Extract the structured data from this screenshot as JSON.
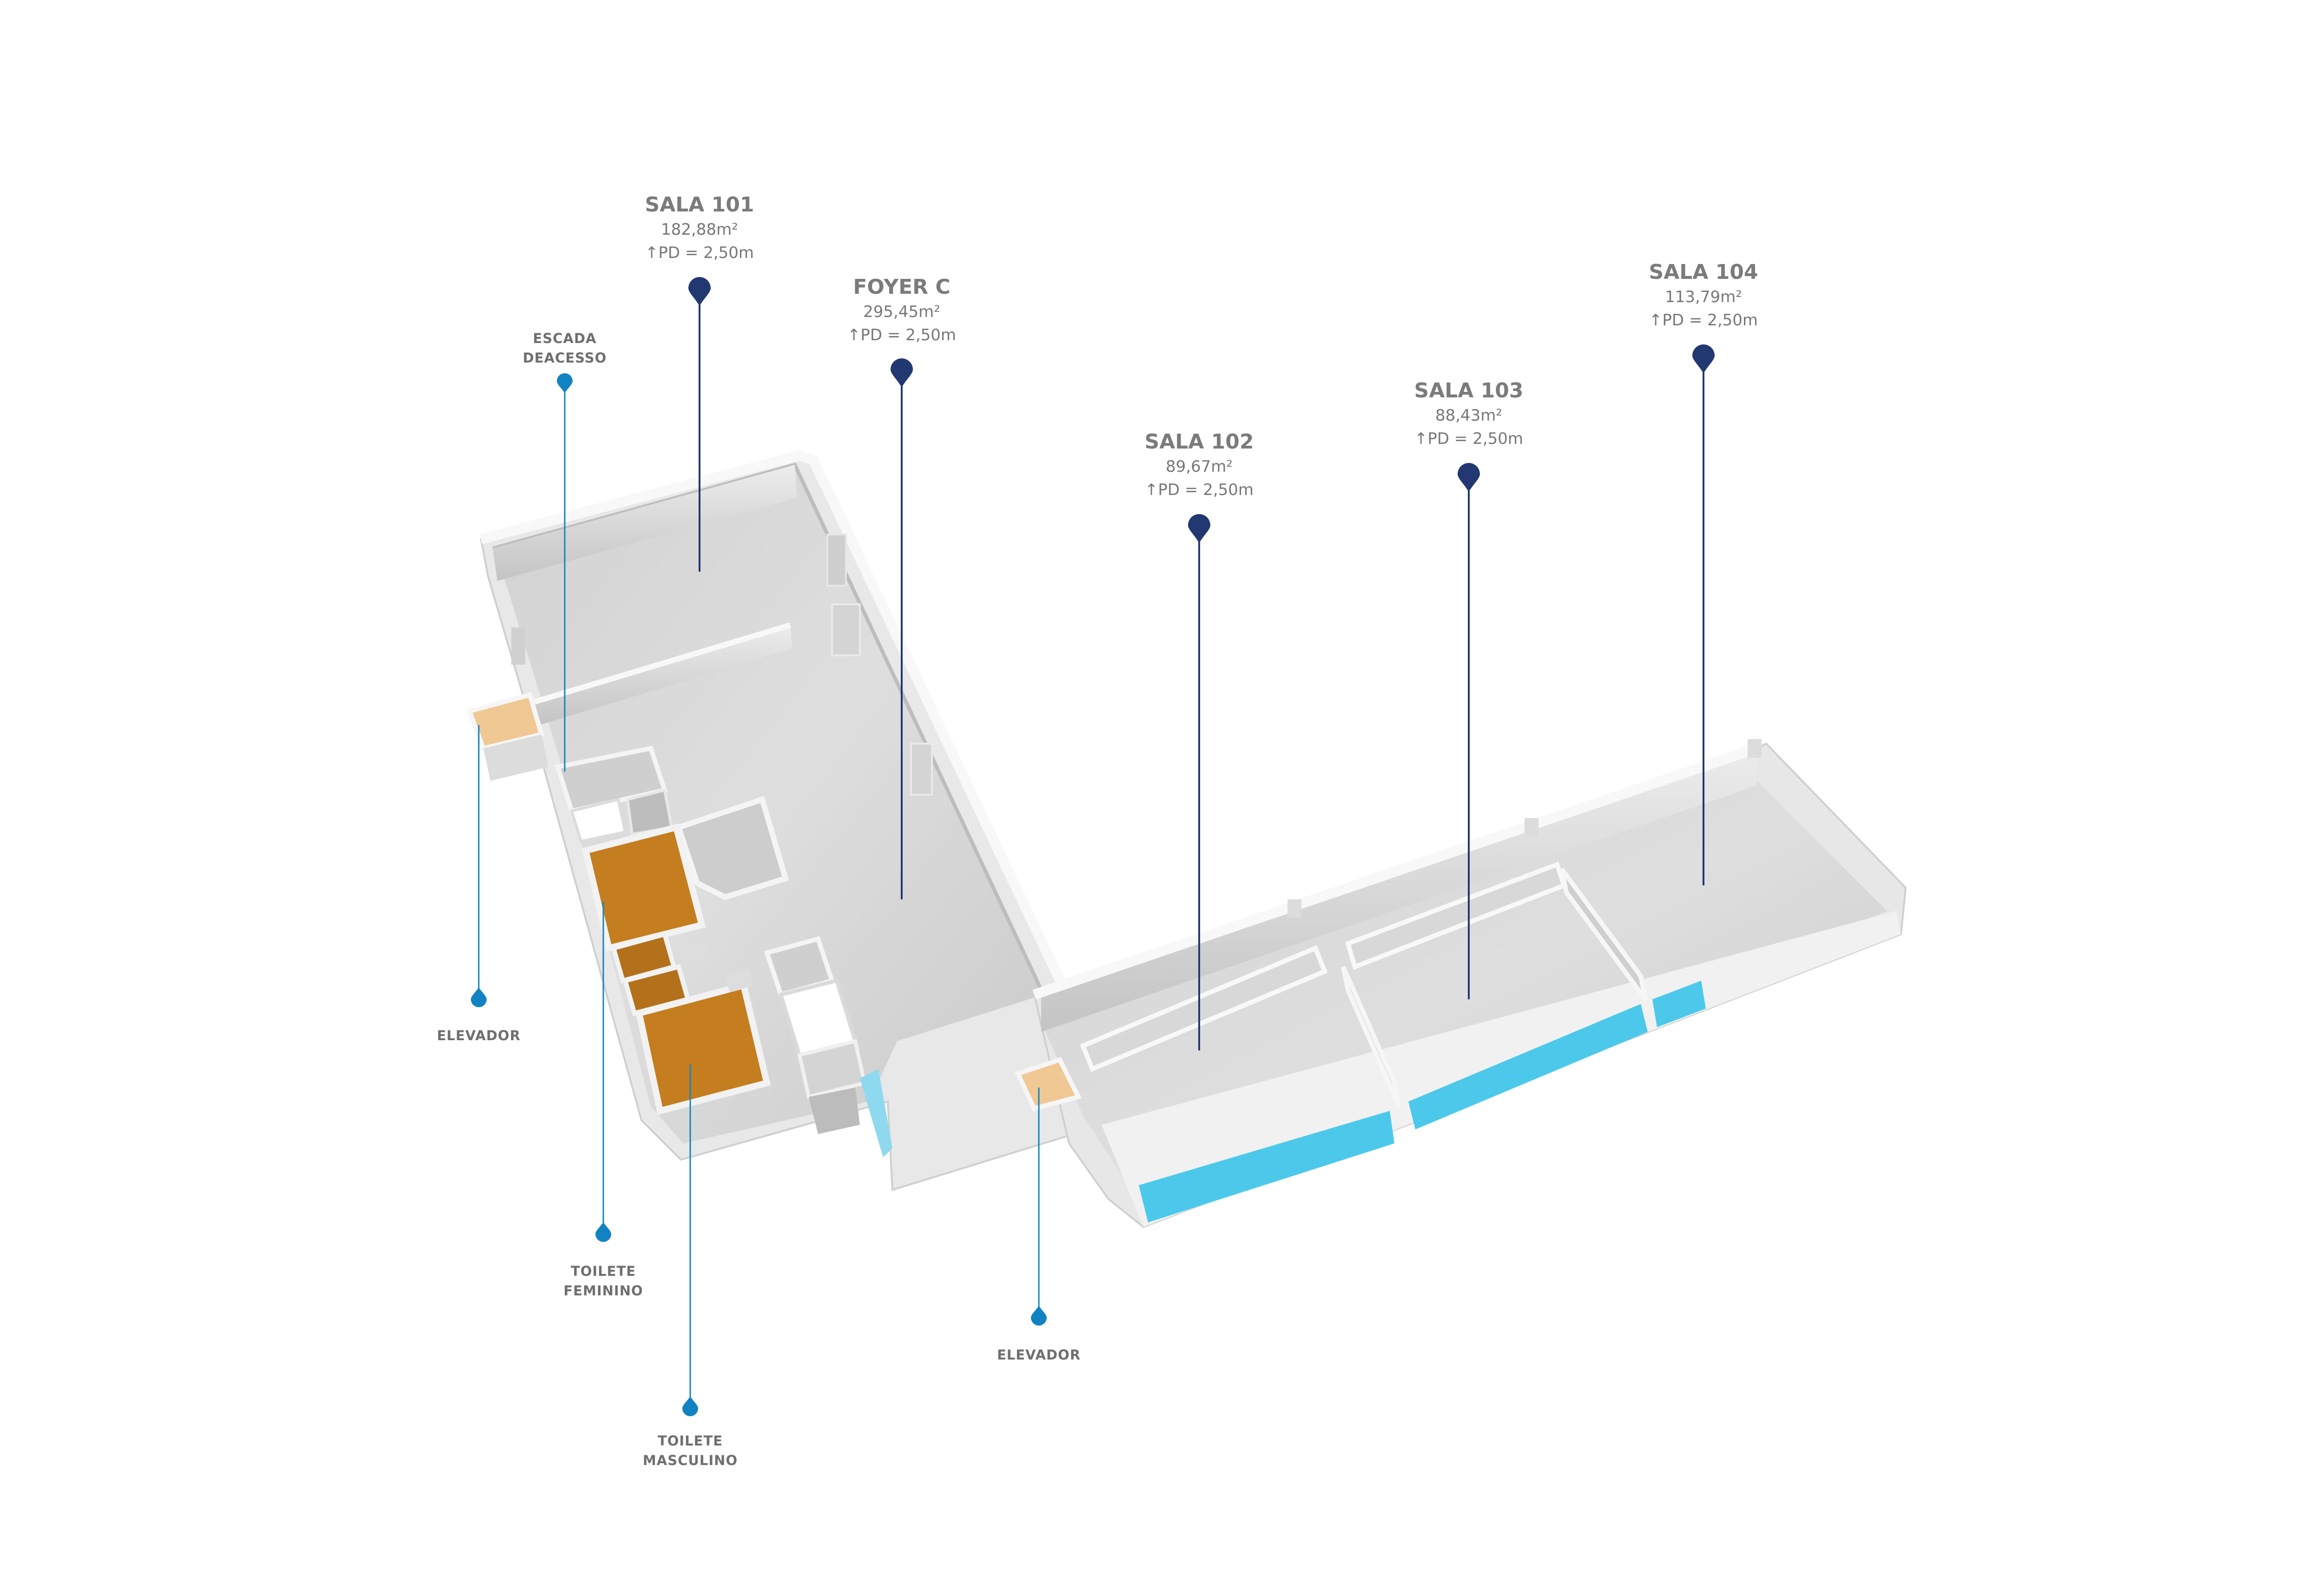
{
  "colors": {
    "marker_dark": "#223870",
    "marker_light": "#1283c2",
    "floor": "#d9d9d9",
    "wall_top": "#f6f6f6",
    "wall_side": "#cfcfcf",
    "toilet": "#c47d1f",
    "glass": "#4cc9ea",
    "elevator": "#f0c894"
  },
  "rooms": [
    {
      "id": "sala101",
      "title": "SALA 101",
      "area": "182,88m²",
      "height": "↑PD = 2,50m"
    },
    {
      "id": "foyer-c",
      "title": "FOYER C",
      "area": "295,45m²",
      "height": "↑PD = 2,50m"
    },
    {
      "id": "sala102",
      "title": "SALA 102",
      "area": "89,67m²",
      "height": "↑PD = 2,50m"
    },
    {
      "id": "sala103",
      "title": "SALA 103",
      "area": "88,43m²",
      "height": "↑PD = 2,50m"
    },
    {
      "id": "sala104",
      "title": "SALA 104",
      "area": "113,79m²",
      "height": "↑PD = 2,50m"
    }
  ],
  "features": [
    {
      "id": "escada",
      "lines": [
        "ESCADA",
        "DEACESSO"
      ]
    },
    {
      "id": "elevador-left",
      "lines": [
        "ELEVADOR"
      ]
    },
    {
      "id": "toilete-feminino",
      "lines": [
        "TOILETE",
        "FEMININO"
      ]
    },
    {
      "id": "toilete-masculino",
      "lines": [
        "TOILETE",
        "MASCULINO"
      ]
    },
    {
      "id": "elevador-right",
      "lines": [
        "ELEVADOR"
      ]
    }
  ]
}
